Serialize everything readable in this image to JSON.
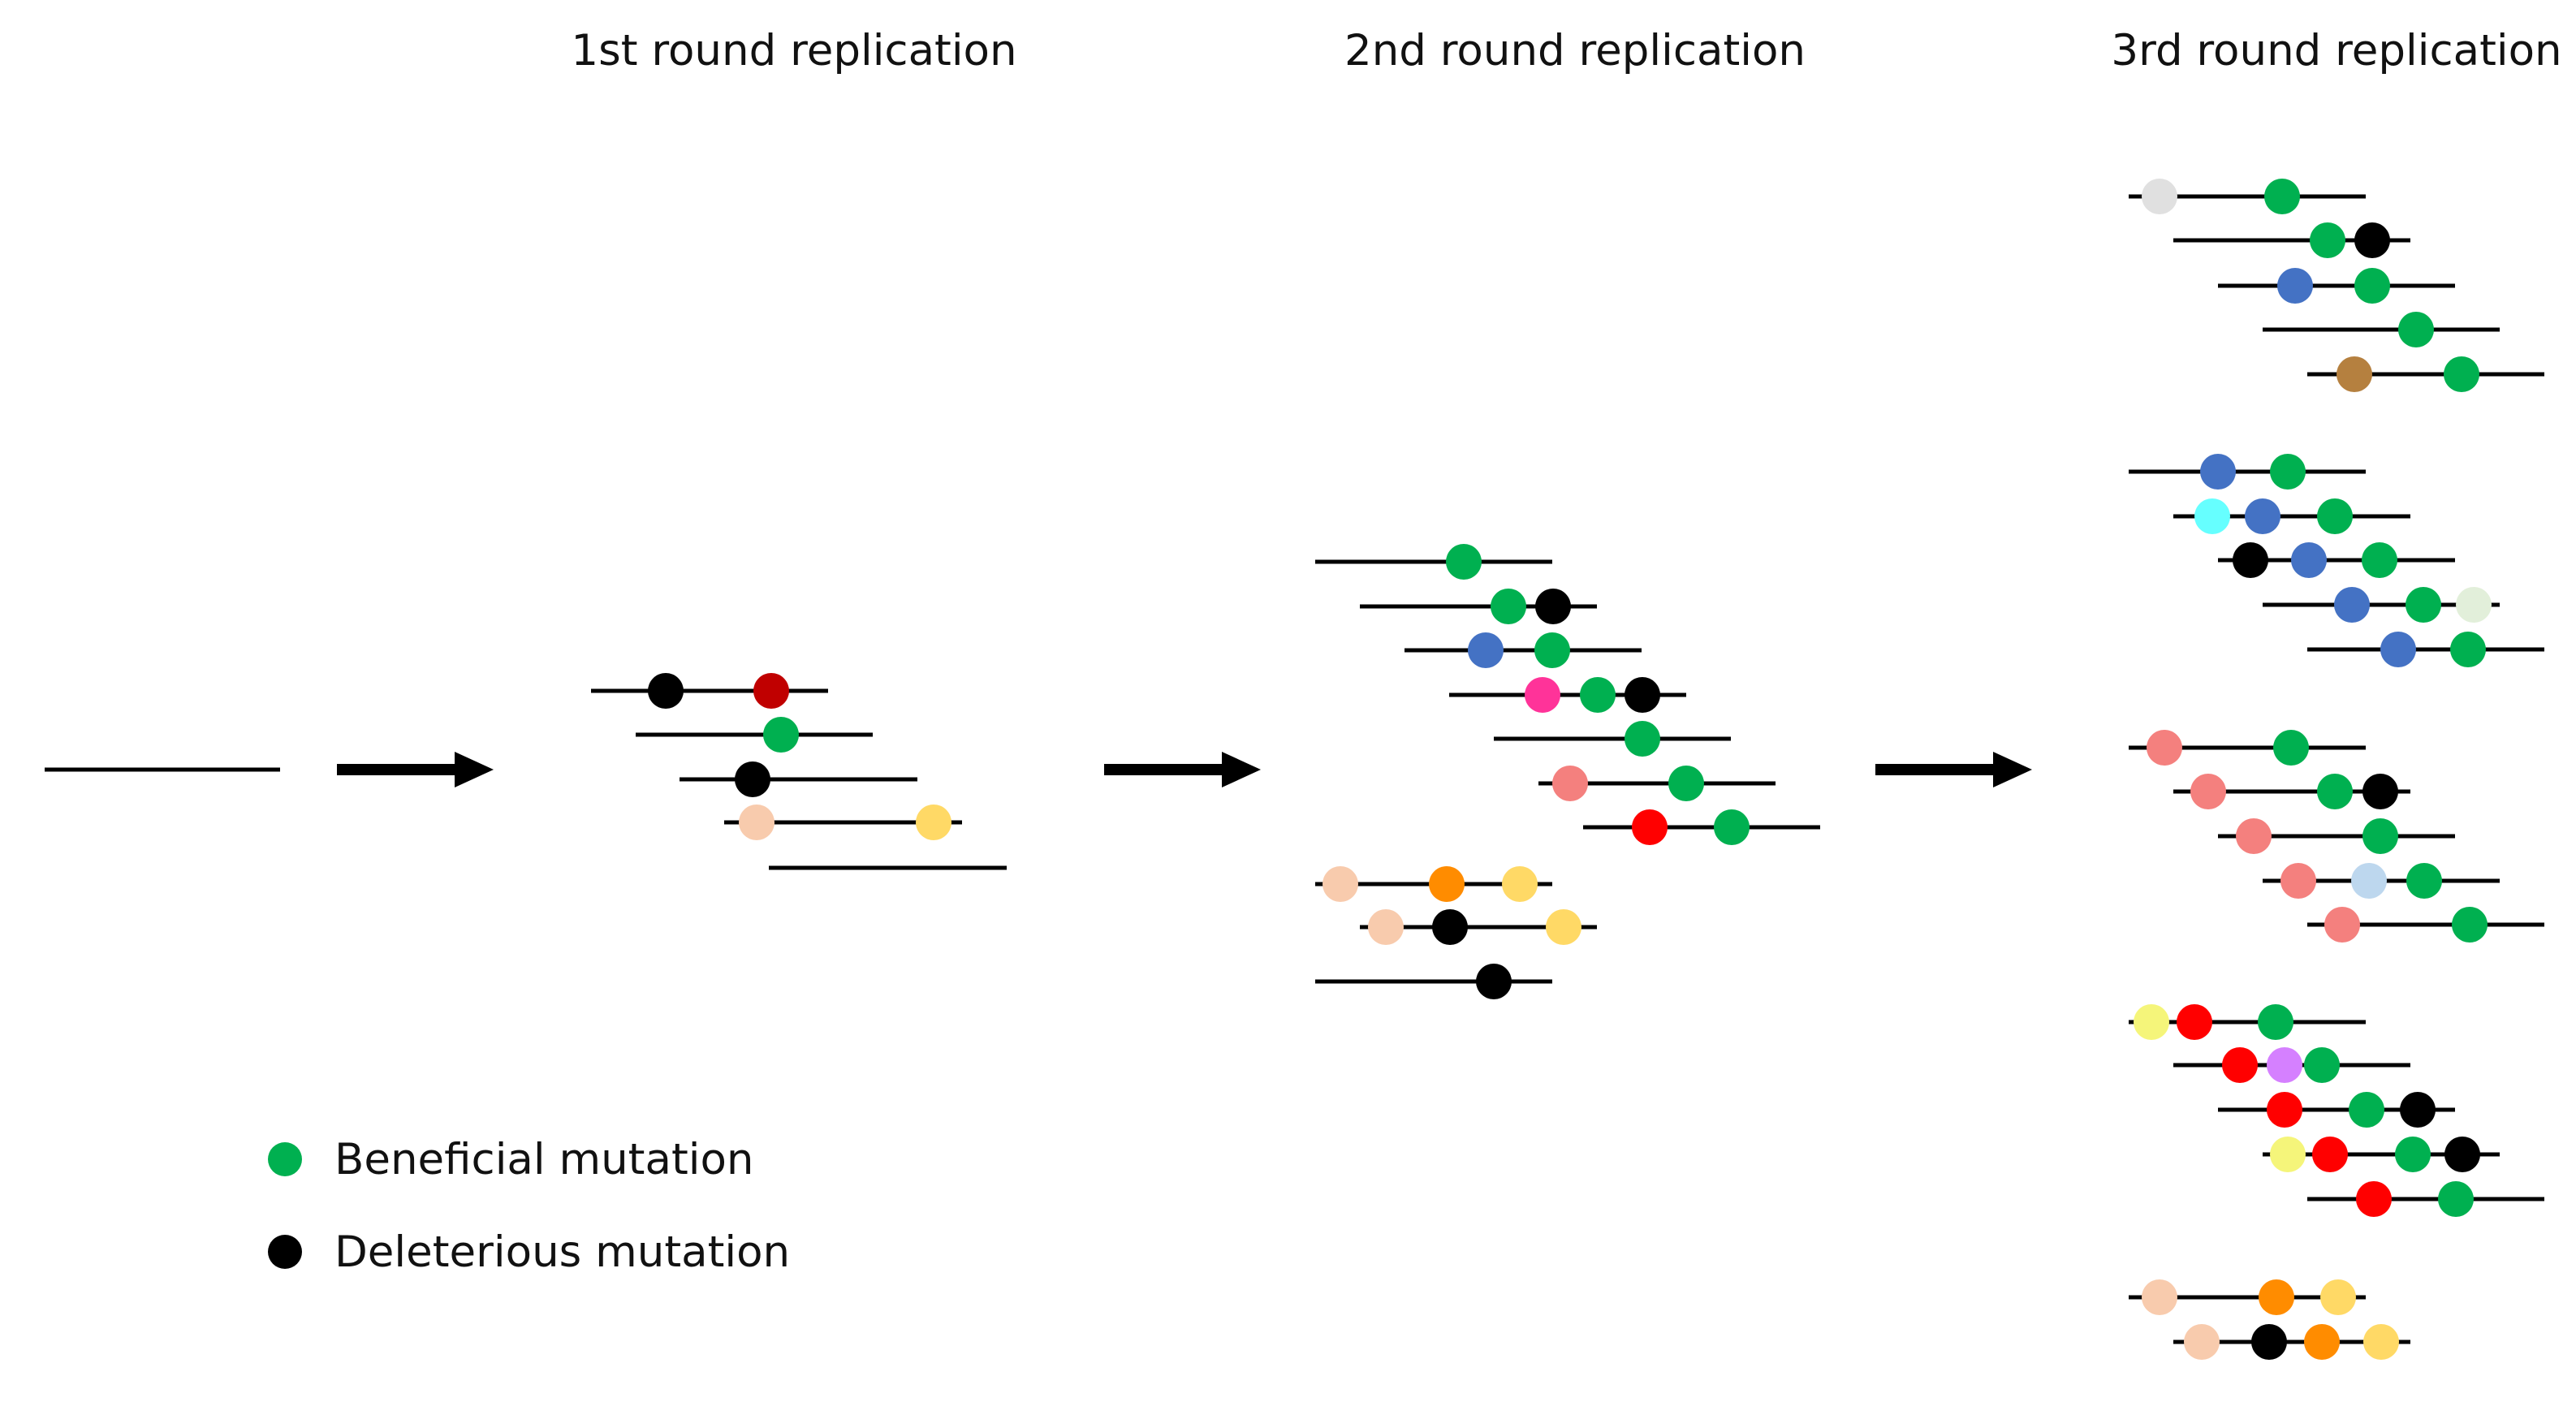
{
  "rounds": [
    {
      "title": "1st round replication"
    },
    {
      "title": "2nd round replication"
    },
    {
      "title": "3rd round replication"
    }
  ],
  "legend": [
    {
      "label": "Beneficial mutation",
      "color": "#00b050"
    },
    {
      "label": "Deleterious mutation",
      "color": "#000000"
    }
  ],
  "colors": {
    "line": "#000000",
    "beneficial": "#00b050",
    "deleterious": "#000000",
    "dark_red": "#c00000",
    "peach": "#f8cbad",
    "light_orange": "#ffd966",
    "orange": "#ff8c00",
    "blue": "#4472c4",
    "magenta": "#ff3399",
    "salmon": "#f4807e",
    "red": "#ff0000",
    "light_gray": "#e0e0e0",
    "brown": "#b5803f",
    "cyan": "#66ffff",
    "pale_green": "#e2efda",
    "light_blue": "#bdd7ee",
    "light_yellow": "#f5f57a",
    "violet": "#d580ff"
  }
}
